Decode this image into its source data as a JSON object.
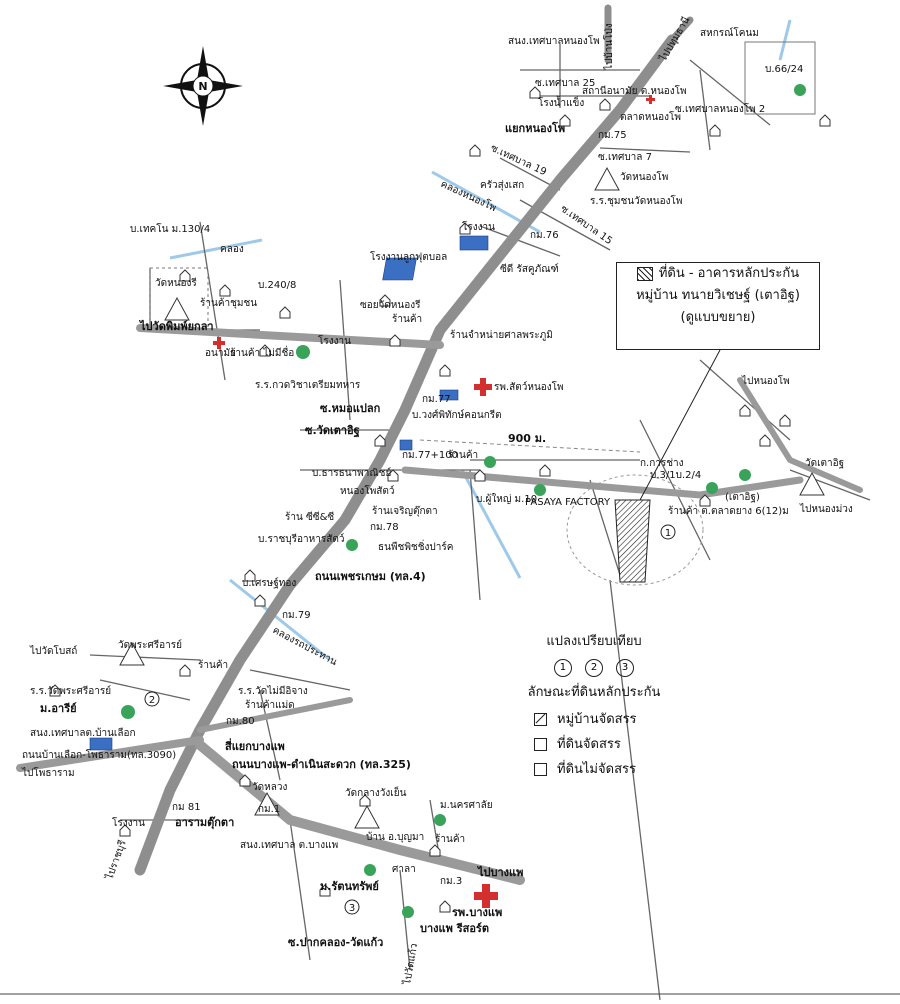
{
  "legend": {
    "line1": "ที่ดิน - อาคารหลักประกัน",
    "line2": "หมู่บ้าน ทนายวิเชษฐ์ (เตาอิฐ)",
    "line3": "(ดูแบบขยาย)"
  },
  "comparison": {
    "title": "แปลงเปรียบเทียบ",
    "circles": [
      "1",
      "2",
      "3"
    ],
    "subtitle": "ลักษณะที่ดินหลักประกัน",
    "items": [
      "หมู่บ้านจัดสรร",
      "ที่ดินจัดสรร",
      "ที่ดินไม่จัดสรร"
    ]
  },
  "compass": {
    "letter": "N"
  },
  "distance": "900 ม.",
  "plot_markers": [
    "1",
    "2",
    "3"
  ],
  "labels": {
    "to_pathum": "ไปบ้านโป่ง",
    "to_pathum2": "ไปปทุมธานี",
    "hnongpho_sno": "สนง.เทศบาลหนองโพ",
    "sahakorn": "สหกรณ์โคนม",
    "soi25": "ซ.เทศบาล 25",
    "ban66": "บ.66/24",
    "station": "สถานีอนามัย ต.หนองโพ",
    "icefac": "โรงน้ำแข็ง",
    "market": "ตลาดหนองโพ",
    "soi_municipal2": "ซ.เทศบาลหนองโพ 2",
    "junction": "แยกหนองโพ",
    "km75": "กม.75",
    "soi7": "ซ.เทศบาล 7",
    "soi19": "ซ.เทศบาล 19",
    "watnongpho": "วัดหนองโพ",
    "kruasungsek": "ครัวสุ่งเสก",
    "school_nongpho": "ร.ร.ชุมชนวัดหนองโพ",
    "canal_nongpho": "คลองหนองโพ",
    "soi15": "ซ.เทศบาล 15",
    "km76": "กม.76",
    "factory1": "โรงงาน",
    "factory_ball": "โรงงานลูกฟุตบอล",
    "cd_rusunt": "ซีดี รัสคูภัณฑ์",
    "ban130": "บ.เทคโน ม.130/4",
    "klong": "คลอง",
    "watnongri": "วัดหนองรี",
    "shop_chumchon": "ร้านค้าชุมชน",
    "ban240": "บ.240/8",
    "soi_watnongri": "ซอยวัดหนองรี",
    "shop": "ร้านค้า",
    "to_watmaeklong": "ไปวัดพิมพ์ยกลา",
    "anamai": "อนามัย",
    "shop_maikhet": "ร้านค้า ไม่มีชื่อ",
    "factory2": "โรงงาน",
    "shop_phraphum": "ร้านจำหน่ายศาลพระภูมิ",
    "school_kasetsart": "ร.ร.กวดวิชาเตรียมทหาร",
    "vet_hospital": "รพ.สัตว์หนองโพ",
    "soi_mophlaek": "ซ.หมอแปลก",
    "km77": "กม.77",
    "concrete": "บ.วงศ์พิทักษ์คอนกรีต",
    "soi_wattaoit": "ซ.วัดเตาอิฐ",
    "distance_label": "900 ม.",
    "km77_100": "กม.77+100",
    "shop2": "ร้านค้า",
    "ban_tharn": "บ.ธารธนาพาณิชย์",
    "nongphosatsat": "หนองโพสัตว์",
    "ban_yai": "บ.ผู้ใหญ่ ม.10",
    "pasaya": "PASAYA FACTORY",
    "kor_karchang": "ก.การช่าง",
    "ban3_2": "บ.3/1บ.2/4",
    "to_nongpho": "ไปหนองโพ",
    "wat_taoit": "วัดเตาอิฐ",
    "to_nongmuang": "ไปหนองม่วง",
    "ban_taoit": "(เตาอิฐ)",
    "shop_talad": "ร้านค้า ต.ตลาดยาง 6(12)ม",
    "shop_cici": "ร้าน ซีซี&ซี",
    "jr_trading": "ร้านเจริญตุ๊กตา",
    "km78": "กม.78",
    "ban_ratchaburi": "บ.ราชบุรีอาหารสัตว์",
    "rubber": "ธนพืชพิชชิ่งปาร์ค",
    "ban_sethi": "บ.เศรษฐ์ทอง",
    "highway4": "ถนนเพชรเกษม (ทล.4)",
    "km79": "กม.79",
    "canal_khlong": "คลองรถประทาน",
    "to_watphosi": "ไปวัดโบสถ์",
    "watphrasri": "วัดพระศรีอารย์",
    "shop3": "ร้านค้า",
    "school_phrasri": "ร.ร.วัดพระศรีอารย์",
    "m_ari": "ม.อารีย์",
    "wat_mai": "ร.ร.วัดไม่มีอิจาง",
    "shop_mai": "ร้านค้าแม่ด",
    "km80": "กม.80",
    "sno_baanlueak": "สนง.เทศบาลต.บ้านเลือก",
    "road_baanlueak": "ถนนบ้านเลือก-โพธาราม(ทล.3090)",
    "to_photharam": "ไปโพธาราม",
    "bangphae_junction": "สี่แยกบางแพ",
    "road325": "ถนนบางแพ-ดำเนินสะดวก (ทล.325)",
    "km1": "กม.1",
    "watluang": "วัดหลวง",
    "watklangwang": "วัดกลางวังเย็น",
    "m_nursarai": "ม.นครศาลัย",
    "factory3": "โรงงาน",
    "km81": "กม 81",
    "arom": "อารามตุ๊กตา",
    "bangphae_sno": "สนง.เทศบาล ต.บางแพ",
    "ban_boonma": "บ้าน อ.บุญมา",
    "shop4": "ร้านค้า",
    "to_bangphae": "ไปบางแพ",
    "m_rattanasap": "ม.รัตนทรัพย์",
    "sala": "ศาลา",
    "km3": "กม.3",
    "bangphae_hospital": "รพ.บางแพ",
    "to_ratchaburi": "ไปราชบุรี",
    "bangphae_resort": "บางแพ รีสอร์ต",
    "soi_paklong": "ซ.ปากคลอง-วัดแก้ว",
    "to_watkaeo": "ไปวัดแก้ว"
  }
}
